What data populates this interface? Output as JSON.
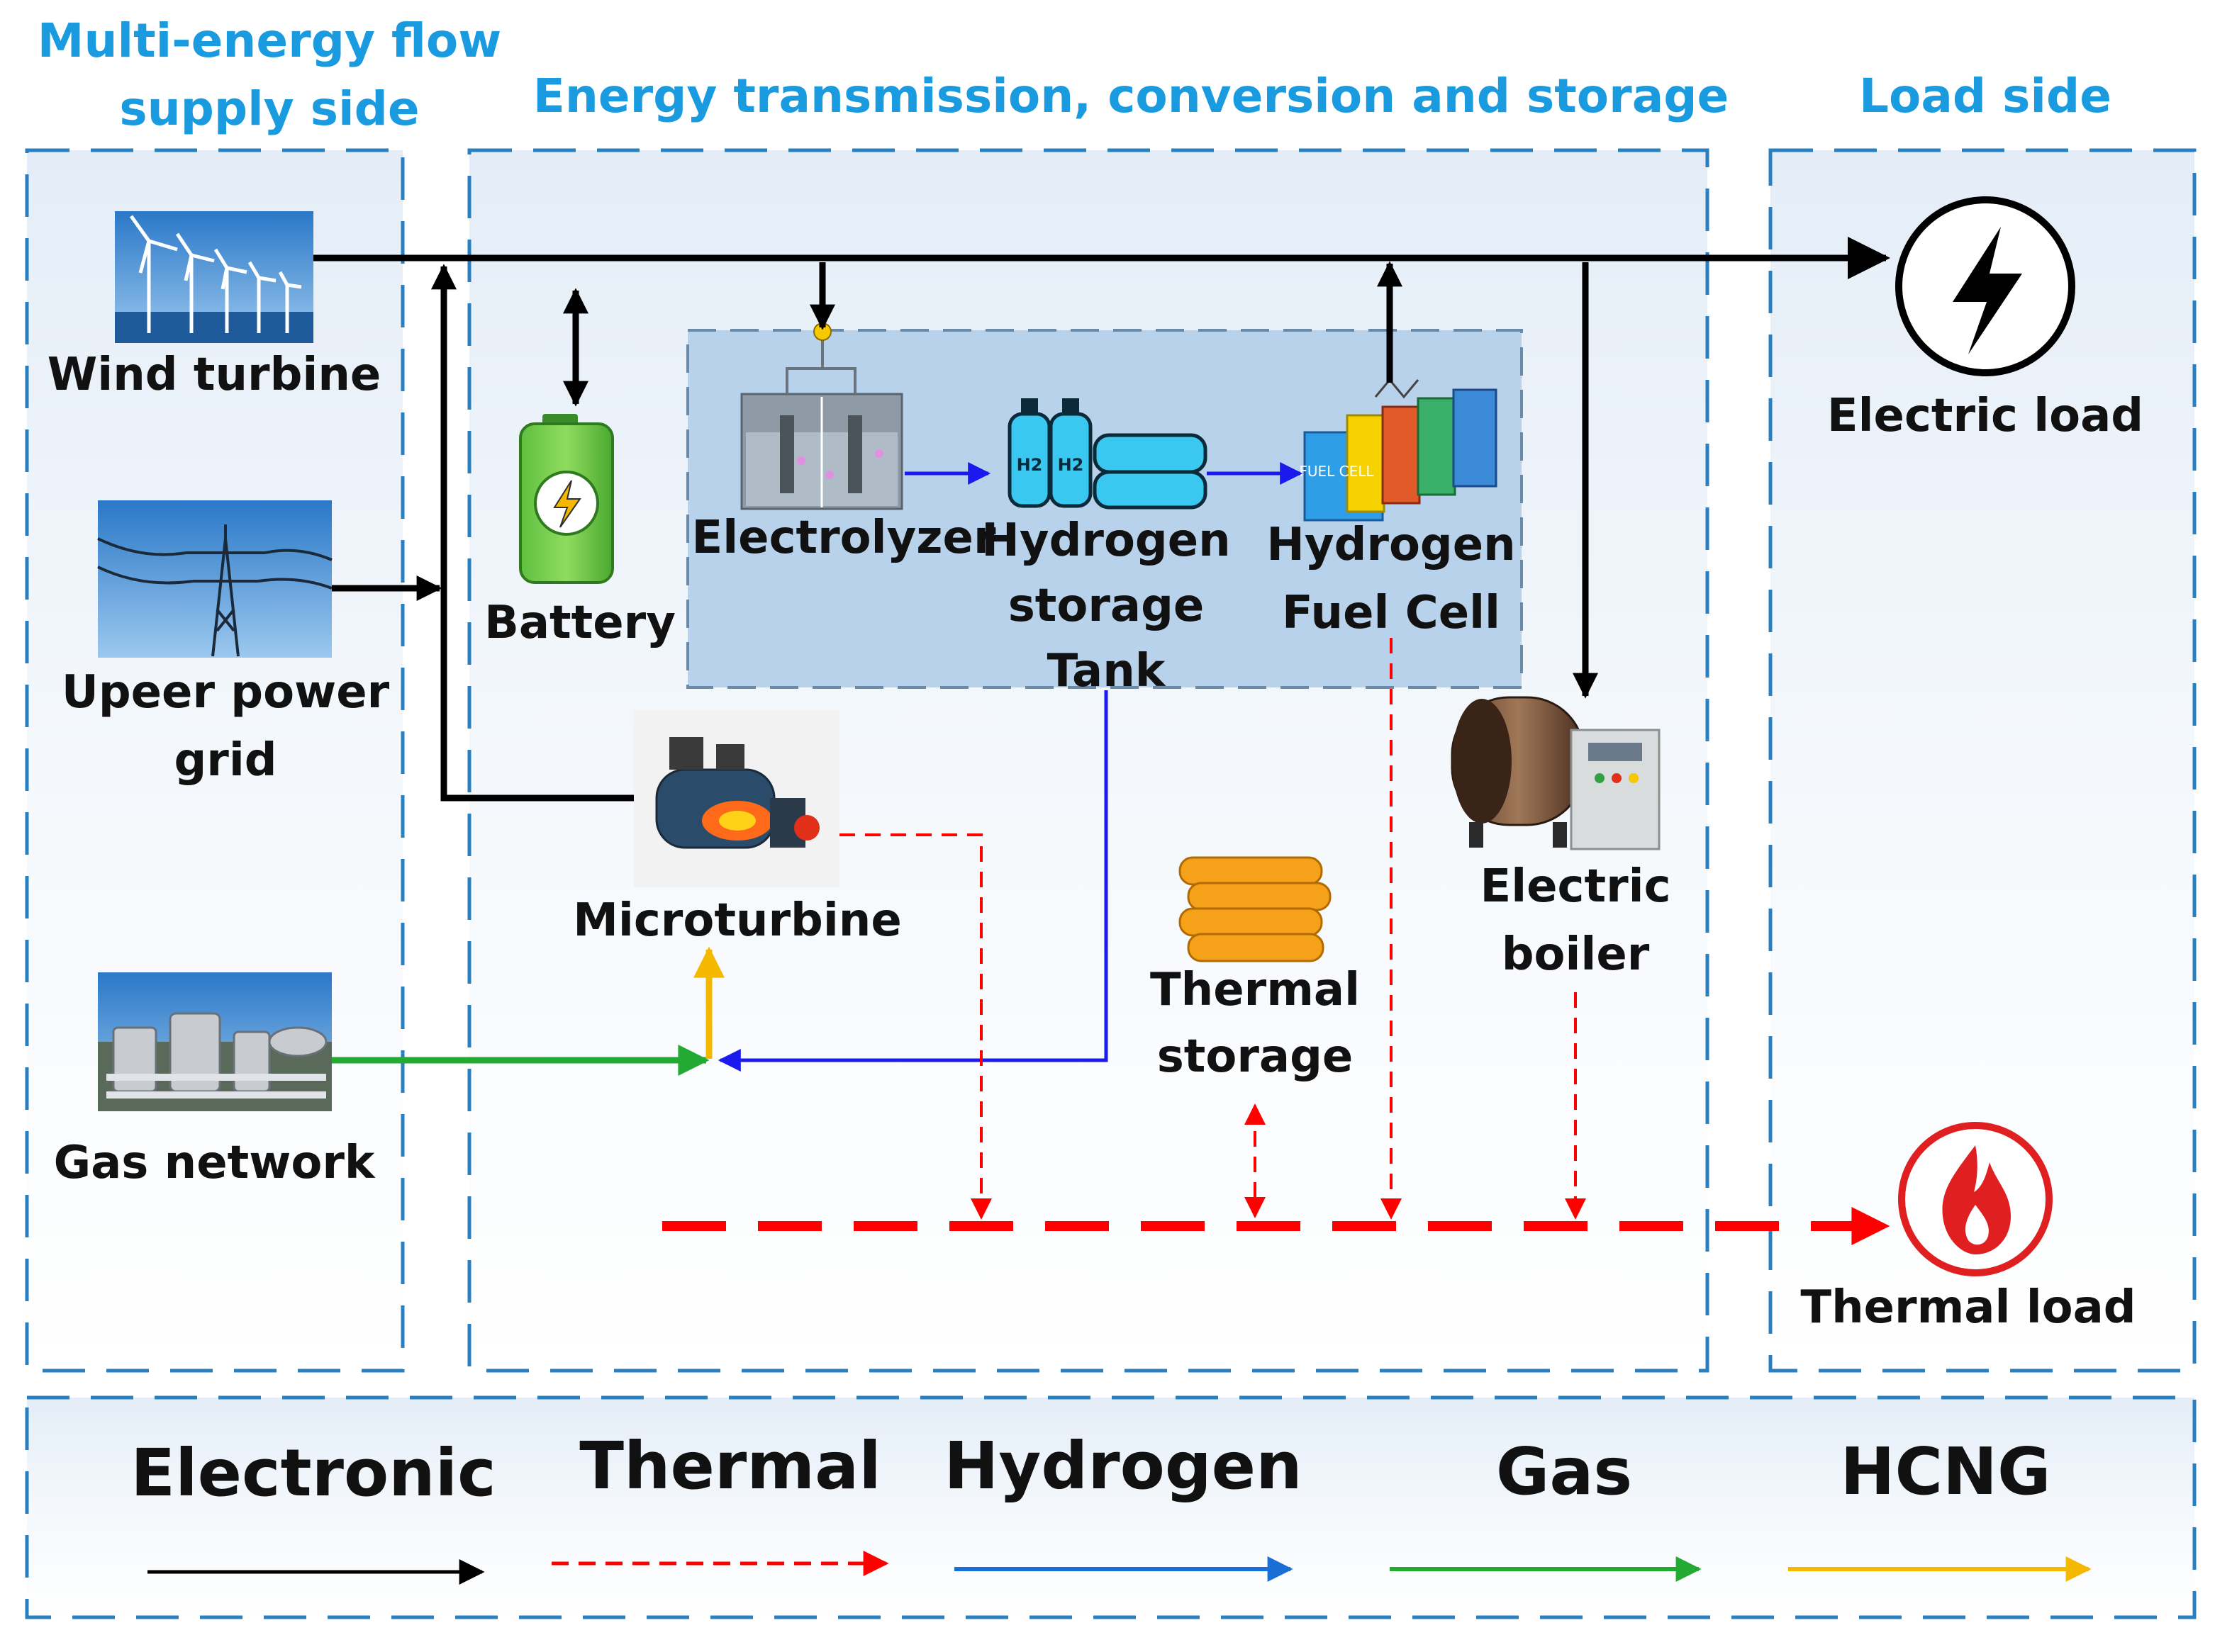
{
  "headers": {
    "supply_line1": "Multi-energy flow",
    "supply_line2": "supply side",
    "transmission": "Energy transmission, conversion and storage",
    "load": "Load side"
  },
  "components": {
    "wind_turbine": "Wind turbine",
    "upper_grid_line1": "Upeer power",
    "upper_grid_line2": "grid",
    "gas_network": "Gas network",
    "battery": "Battery",
    "electrolyzer": "Electrolyzer",
    "h2_tank_line1": "Hydrogen",
    "h2_tank_line2": "storage",
    "h2_tank_line3": "Tank",
    "fuel_cell_line1": "Hydrogen",
    "fuel_cell_line2": "Fuel Cell",
    "microturbine": "Microturbine",
    "thermal_storage_line1": "Thermal",
    "thermal_storage_line2": "storage",
    "electric_boiler_line1": "Electric",
    "electric_boiler_line2": "boiler",
    "electric_load": "Electric load",
    "thermal_load": "Thermal load"
  },
  "legend": [
    {
      "label": "Electronic",
      "color": "#000000",
      "dashed": false
    },
    {
      "label": "Thermal",
      "color": "#ff0000",
      "dashed": true
    },
    {
      "label": "Hydrogen",
      "color": "#1a6fd6",
      "dashed": false
    },
    {
      "label": "Gas",
      "color": "#22aa33",
      "dashed": false
    },
    {
      "label": "HCNG",
      "color": "#f5b800",
      "dashed": false
    }
  ],
  "icon_text": {
    "h2_a": "H2",
    "h2_b": "H2",
    "fuel_cell_text": "FUEL CELL"
  },
  "colors": {
    "electric": "#000000",
    "thermal": "#ff0000",
    "hydrogen": "#1a1aee",
    "gas": "#22aa33",
    "hcng": "#f5b800",
    "header": "#1a9be0",
    "box_border": "#2a7fc0"
  }
}
